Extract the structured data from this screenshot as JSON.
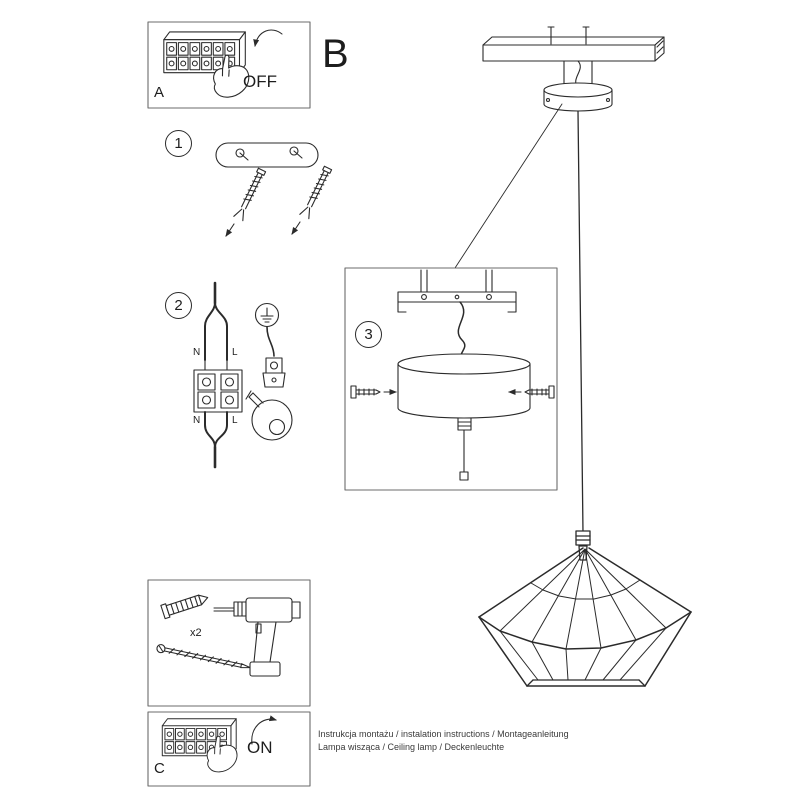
{
  "sheet": {
    "panel_a": {
      "label": "A",
      "action": "OFF"
    },
    "section_b": {
      "label": "B"
    },
    "steps": {
      "one": "1",
      "two": "2",
      "three": "3"
    },
    "wiring": {
      "top_left": "N",
      "top_right": "L",
      "bottom_left": "N",
      "bottom_right": "L"
    },
    "tools": {
      "anchor_qty": "x2"
    },
    "panel_c": {
      "label": "C",
      "action": "ON"
    },
    "footer": {
      "line1": "Instrukcja montażu / instalation instructions / Montageanleitung",
      "line2": "Lampa wisząca / Ceiling lamp  / Deckenleuchte"
    },
    "colors": {
      "line": "#2b2b2b",
      "paper": "#ffffff"
    }
  }
}
